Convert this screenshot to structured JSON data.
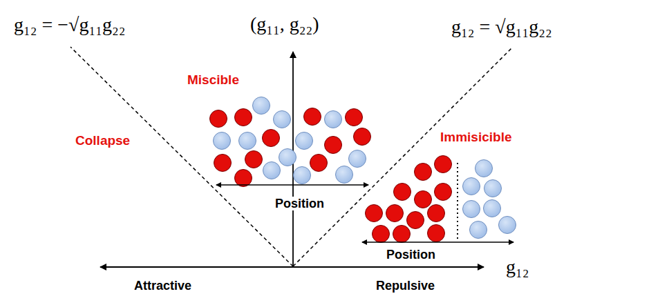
{
  "diagram": {
    "labels": [
      "g₁₂ = −√g₁₁g₂₂",
      "(g₁₁, g₂₂)",
      "g₁₂ = √g₁₁g₂₂",
      "Miscible",
      "Collapse",
      "Immisicible",
      "Position",
      "Position",
      "Attractive",
      "Repulsive",
      "g₁₂"
    ]
  }
}
